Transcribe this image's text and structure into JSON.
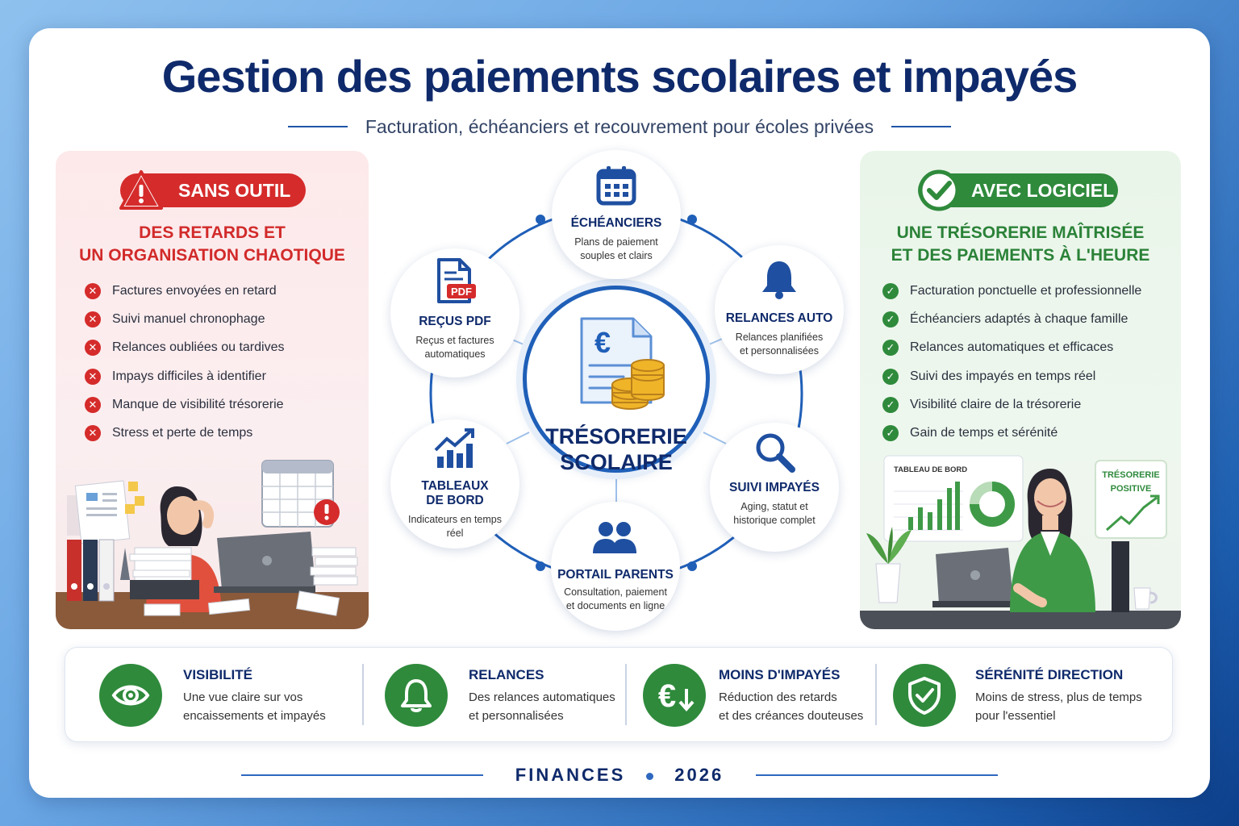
{
  "header": {
    "title": "Gestion des paiements scolaires et impayés",
    "subtitle": "Facturation, échéanciers et recouvrement pour écoles privées"
  },
  "left_panel": {
    "badge": "SANS OUTIL",
    "heading_line1": "DES RETARDS ET",
    "heading_line2": "UN ORGANISATION CHAOTIQUE",
    "items": [
      "Factures envoyées en retard",
      "Suivi manuel chronophage",
      "Relances oubliées ou tardives",
      "Impays difficiles à identifier",
      "Manque de visibilité trésorerie",
      "Stress et perte de temps"
    ]
  },
  "right_panel": {
    "badge": "AVEC LOGICIEL",
    "heading_line1": "UNE TRÉSORERIE MAÎTRISÉE",
    "heading_line2": "ET DES PAIEMENTS À L'HEURE",
    "items": [
      "Facturation ponctuelle et professionnelle",
      "Échéanciers adaptés à chaque famille",
      "Relances automatiques et efficaces",
      "Suivi des impayés en temps réel",
      "Visibilité claire de la trésorerie",
      "Gain de temps et sérénité"
    ],
    "dashboard_label": "TABLEAU DE BORD",
    "positive_line1": "TRÉSORERIE",
    "positive_line2": "POSITIVE"
  },
  "hub": {
    "line1": "TRÉSORERIE",
    "line2": "SCOLAIRE",
    "currency_symbol": "€"
  },
  "nodes": {
    "echeanciers": {
      "title": "ÉCHÉANCIERS",
      "desc_line1": "Plans de paiement",
      "desc_line2": "souples et clairs",
      "icon": "calendar-icon"
    },
    "relances": {
      "title": "RELANCES AUTO",
      "desc_line1": "Relances planifiées",
      "desc_line2": "et personnalisées",
      "icon": "bell-icon"
    },
    "impayes": {
      "title": "SUIVI IMPAYÉS",
      "desc_line1": "Aging, statut et",
      "desc_line2": "historique complet",
      "icon": "magnifier-icon"
    },
    "portail": {
      "title": "PORTAIL PARENTS",
      "desc_line1": "Consultation, paiement",
      "desc_line2": "et documents en ligne",
      "icon": "users-icon"
    },
    "tableaux": {
      "title_line1": "TABLEAUX",
      "title_line2": "DE BORD",
      "desc_line1": "Indicateurs en temps",
      "desc_line2": "réel",
      "icon": "chart-icon"
    },
    "recus": {
      "title": "REÇUS PDF",
      "desc_line1": "Reçus et factures",
      "desc_line2": "automatiques",
      "icon": "pdf-icon",
      "pdf_tag": "PDF"
    }
  },
  "benefits": [
    {
      "title": "VISIBILITÉ",
      "desc_line1": "Une vue claire sur vos",
      "desc_line2": "encaissements et impayés",
      "icon": "eye-icon"
    },
    {
      "title": "RELANCES",
      "desc_line1": "Des relances automatiques",
      "desc_line2": "et personnalisées",
      "icon": "bell-icon"
    },
    {
      "title": "MOINS D'IMPAYÉS",
      "desc_line1": "Réduction des retards",
      "desc_line2": "et des créances douteuses",
      "icon": "euro-down-icon"
    },
    {
      "title": "SÉRÉNITÉ DIRECTION",
      "desc_line1": "Moins de stress, plus de temps",
      "desc_line2": "pour l'essentiel",
      "icon": "shield-check-icon"
    }
  ],
  "footer": {
    "left": "FINANCES",
    "right": "2026"
  },
  "colors": {
    "navy": "#0f2a6b",
    "blue": "#1f5fb8",
    "red": "#d52b2b",
    "green": "#2f8a3c"
  }
}
